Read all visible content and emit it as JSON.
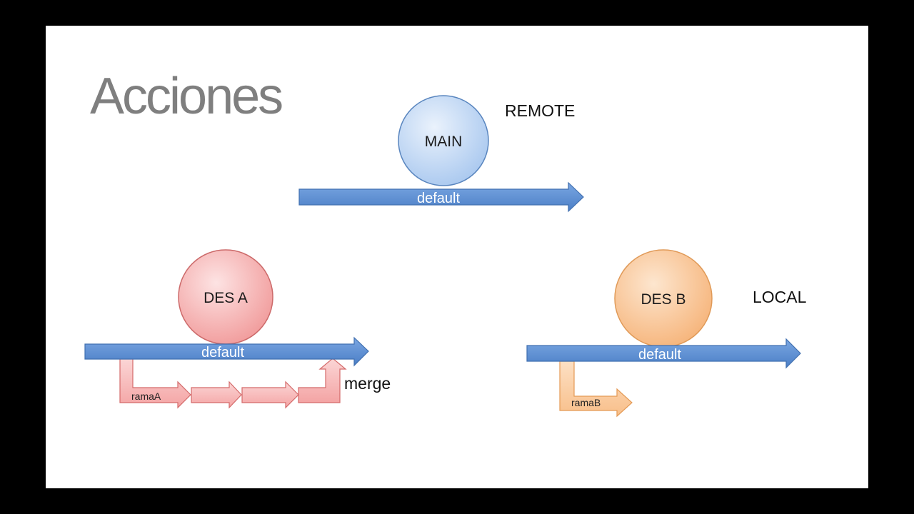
{
  "slide": {
    "title": "Acciones",
    "background": "#ffffff",
    "frame": "#000000"
  },
  "remote": {
    "label": "REMOTE",
    "node": "MAIN",
    "arrow": "default"
  },
  "local": {
    "label": "LOCAL"
  },
  "dev_a": {
    "node": "DES A",
    "arrow": "default",
    "branch": "ramaA",
    "merge": "merge"
  },
  "dev_b": {
    "node": "DES B",
    "arrow": "default",
    "branch": "ramaB"
  },
  "colors": {
    "blue_fill": "#5b8fd6",
    "blue_stroke": "#4a7ab8",
    "blue_node": "#c7daf5",
    "red_node": "#f4a9a9",
    "red_branch": "#f8c0c0",
    "red_stroke": "#d96a6a",
    "orange_node": "#f9c89a",
    "orange_branch": "#fbd0a8",
    "orange_stroke": "#e8a060"
  }
}
